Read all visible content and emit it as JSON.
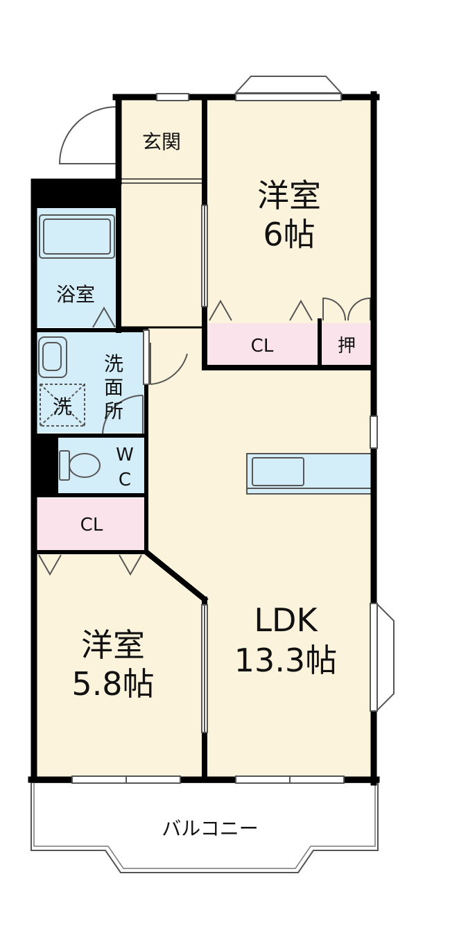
{
  "rooms": {
    "genkan": "玄関",
    "yoshitsu_a_name": "洋室",
    "yoshitsu_a_size": "6帖",
    "bath": "浴室",
    "cl_a": "CL",
    "oshiire": "押",
    "senmen_1": "洗",
    "senmen_2": "面",
    "senmen_3": "所",
    "washer": "洗",
    "wc_1": "W",
    "wc_2": "C",
    "cl_b": "CL",
    "yoshitsu_b_name": "洋室",
    "yoshitsu_b_size": "5.8帖",
    "ldk_name": "LDK",
    "ldk_size": "13.3帖",
    "balcony": "バルコニー"
  },
  "colors": {
    "wall": "#000000",
    "room_floor": "#fcf3dd",
    "wet_area": "#d4eef9",
    "closet": "#fbe3eb",
    "balcony": "#ffffff",
    "line": "#555555"
  }
}
